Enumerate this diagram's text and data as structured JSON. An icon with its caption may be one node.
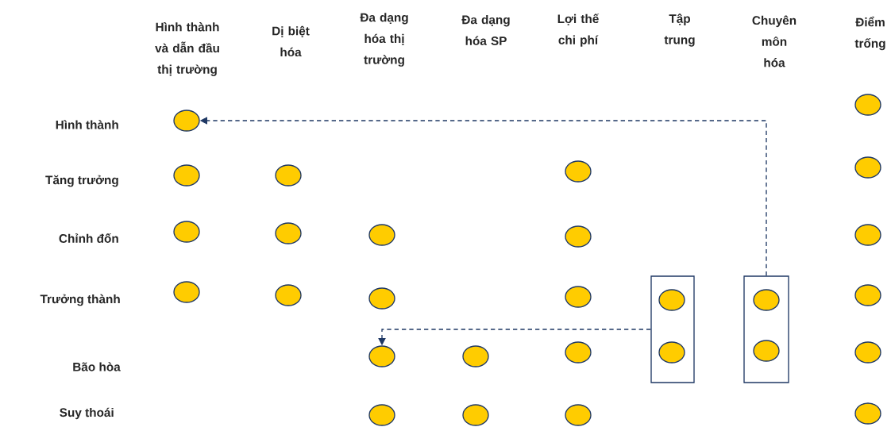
{
  "diagram": {
    "nodes": [
      {
        "text": [],
        "shape": "circle"
      },
      {
        "text": [],
        "shape": "circle"
      },
      {
        "text": [],
        "shape": "circle"
      },
      {
        "text": [],
        "shape": "circle"
      },
      {
        "text": [],
        "shape": "circle"
      },
      {
        "text": [],
        "shape": "circle"
      },
      {
        "text": [],
        "shape": "circle"
      },
      {
        "text": [],
        "shape": "circle"
      },
      {
        "text": [],
        "shape": "circle"
      },
      {
        "text": [],
        "shape": "circle"
      },
      {
        "text": [],
        "shape": "circle"
      },
      {
        "text": [],
        "shape": "circle"
      },
      {
        "text": [],
        "shape": "circle"
      },
      {
        "text": [],
        "shape": "circle"
      },
      {
        "text": [],
        "shape": "circle"
      },
      {
        "text": [],
        "shape": "box"
      },
      {
        "text": [],
        "shape": "circle",
        "in": 15
      },
      {
        "text": [],
        "shape": "box"
      },
      {
        "text": [],
        "shape": "circle",
        "in": 17
      },
      {
        "text": [],
        "shape": "circle"
      },
      {
        "text": [],
        "shape": "circle"
      },
      {
        "text": [],
        "shape": "circle"
      },
      {
        "text": [],
        "shape": "circle"
      },
      {
        "text": [],
        "shape": "circle",
        "in": 15
      },
      {
        "text": [],
        "shape": "circle",
        "in": 17
      },
      {
        "text": [],
        "shape": "circle"
      },
      {
        "text": [],
        "shape": "circle"
      },
      {
        "text": [],
        "shape": "circle"
      },
      {
        "text": [],
        "shape": "circle"
      },
      {
        "text": [],
        "shape": "circle"
      }
    ],
    "edges": [
      {
        "from": 17,
        "to": 1,
        "arrow": "to",
        "style": "dashed"
      },
      {
        "from": 15,
        "to": 20,
        "arrow": "to",
        "style": "dashed"
      }
    ],
    "labels": [
      "Hình thành và dẫn đầu thị trường",
      "Dị biệt hóa",
      "Đa dạng hóa thị trường",
      "Đa dạng hóa SP",
      "Lợi thế chi phí",
      "Tập trung",
      "Chuyên môn hóa",
      "Điểm trống",
      "Hình thành",
      "Tăng trưởng",
      "Chỉnh đốn",
      "Trưởng thành",
      "Bão hòa",
      "Suy thoái"
    ]
  }
}
